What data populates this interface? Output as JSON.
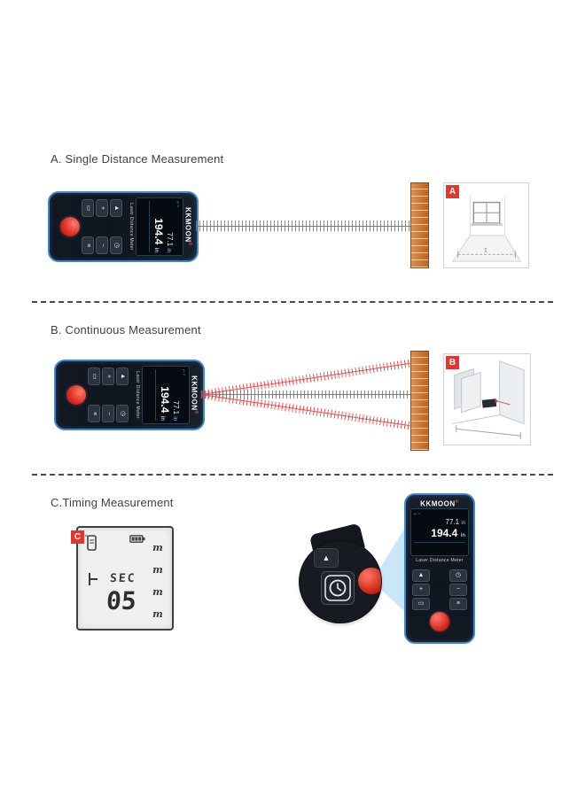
{
  "sections": {
    "a": {
      "title": "A. Single Distance Measurement",
      "label": "A"
    },
    "b": {
      "title": "B. Continuous Measurement",
      "label": "B"
    },
    "c": {
      "title": "C.Timing Measurement",
      "label": "C"
    }
  },
  "device": {
    "brand": "KKMOON",
    "reg": "®",
    "name": "Laser Distance Meter",
    "screen": {
      "icons": "⌐ ▫",
      "line1_value": "77.1",
      "line1_unit": "in",
      "line2_value": "194.4",
      "line2_unit": "in"
    },
    "keys": [
      "▲",
      "◷",
      "+",
      "−",
      "▭",
      "≡"
    ]
  },
  "lcd": {
    "sec": "SEC",
    "value": "05",
    "units": [
      "m",
      "m",
      "m",
      "m"
    ]
  },
  "inset_a": {
    "floor_mark": "1"
  },
  "colors": {
    "laser": "#ec3e3e",
    "label_red": "#e8352b",
    "device_trim": "#3d87cd",
    "brick": "#d0813f",
    "callout_blue": "#bfe3f7",
    "lcd_bg": "#f0f1ef"
  }
}
